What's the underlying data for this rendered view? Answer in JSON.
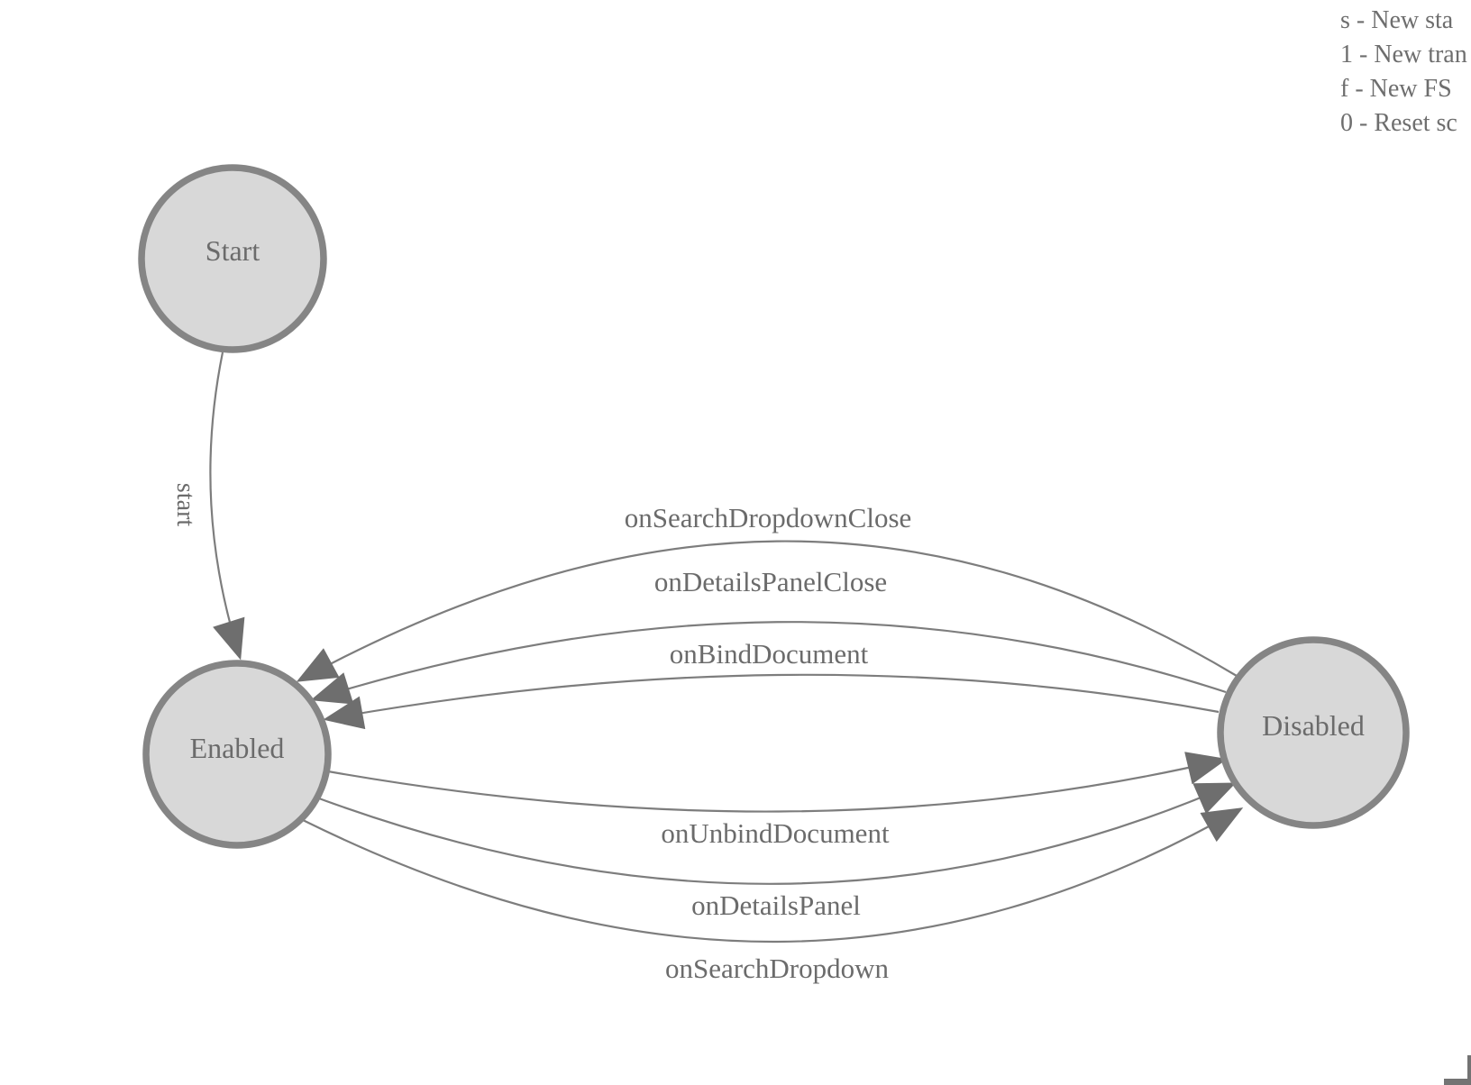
{
  "legend": {
    "lines": [
      "s - New sta",
      "1 - New tran",
      "f - New FS",
      "0 - Reset sc"
    ]
  },
  "states": [
    {
      "label": "Start"
    },
    {
      "label": "Enabled"
    },
    {
      "label": "Disabled"
    }
  ],
  "transitions": [
    {
      "label": "start",
      "from": "Start",
      "to": "Enabled"
    },
    {
      "label": "onSearchDropdownClose",
      "from": "Disabled",
      "to": "Enabled"
    },
    {
      "label": "onDetailsPanelClose",
      "from": "Disabled",
      "to": "Enabled"
    },
    {
      "label": "onBindDocument",
      "from": "Disabled",
      "to": "Enabled"
    },
    {
      "label": "onUnbindDocument",
      "from": "Enabled",
      "to": "Disabled"
    },
    {
      "label": "onDetailsPanel",
      "from": "Enabled",
      "to": "Disabled"
    },
    {
      "label": "onSearchDropdown",
      "from": "Enabled",
      "to": "Disabled"
    }
  ],
  "colors": {
    "state_fill": "#d8d8d8",
    "state_stroke": "#858585",
    "edge_line": "#7d7d7d",
    "arrowhead": "#6e6e6e",
    "label_text": "#6b6b6b",
    "background": "#ffffff"
  }
}
